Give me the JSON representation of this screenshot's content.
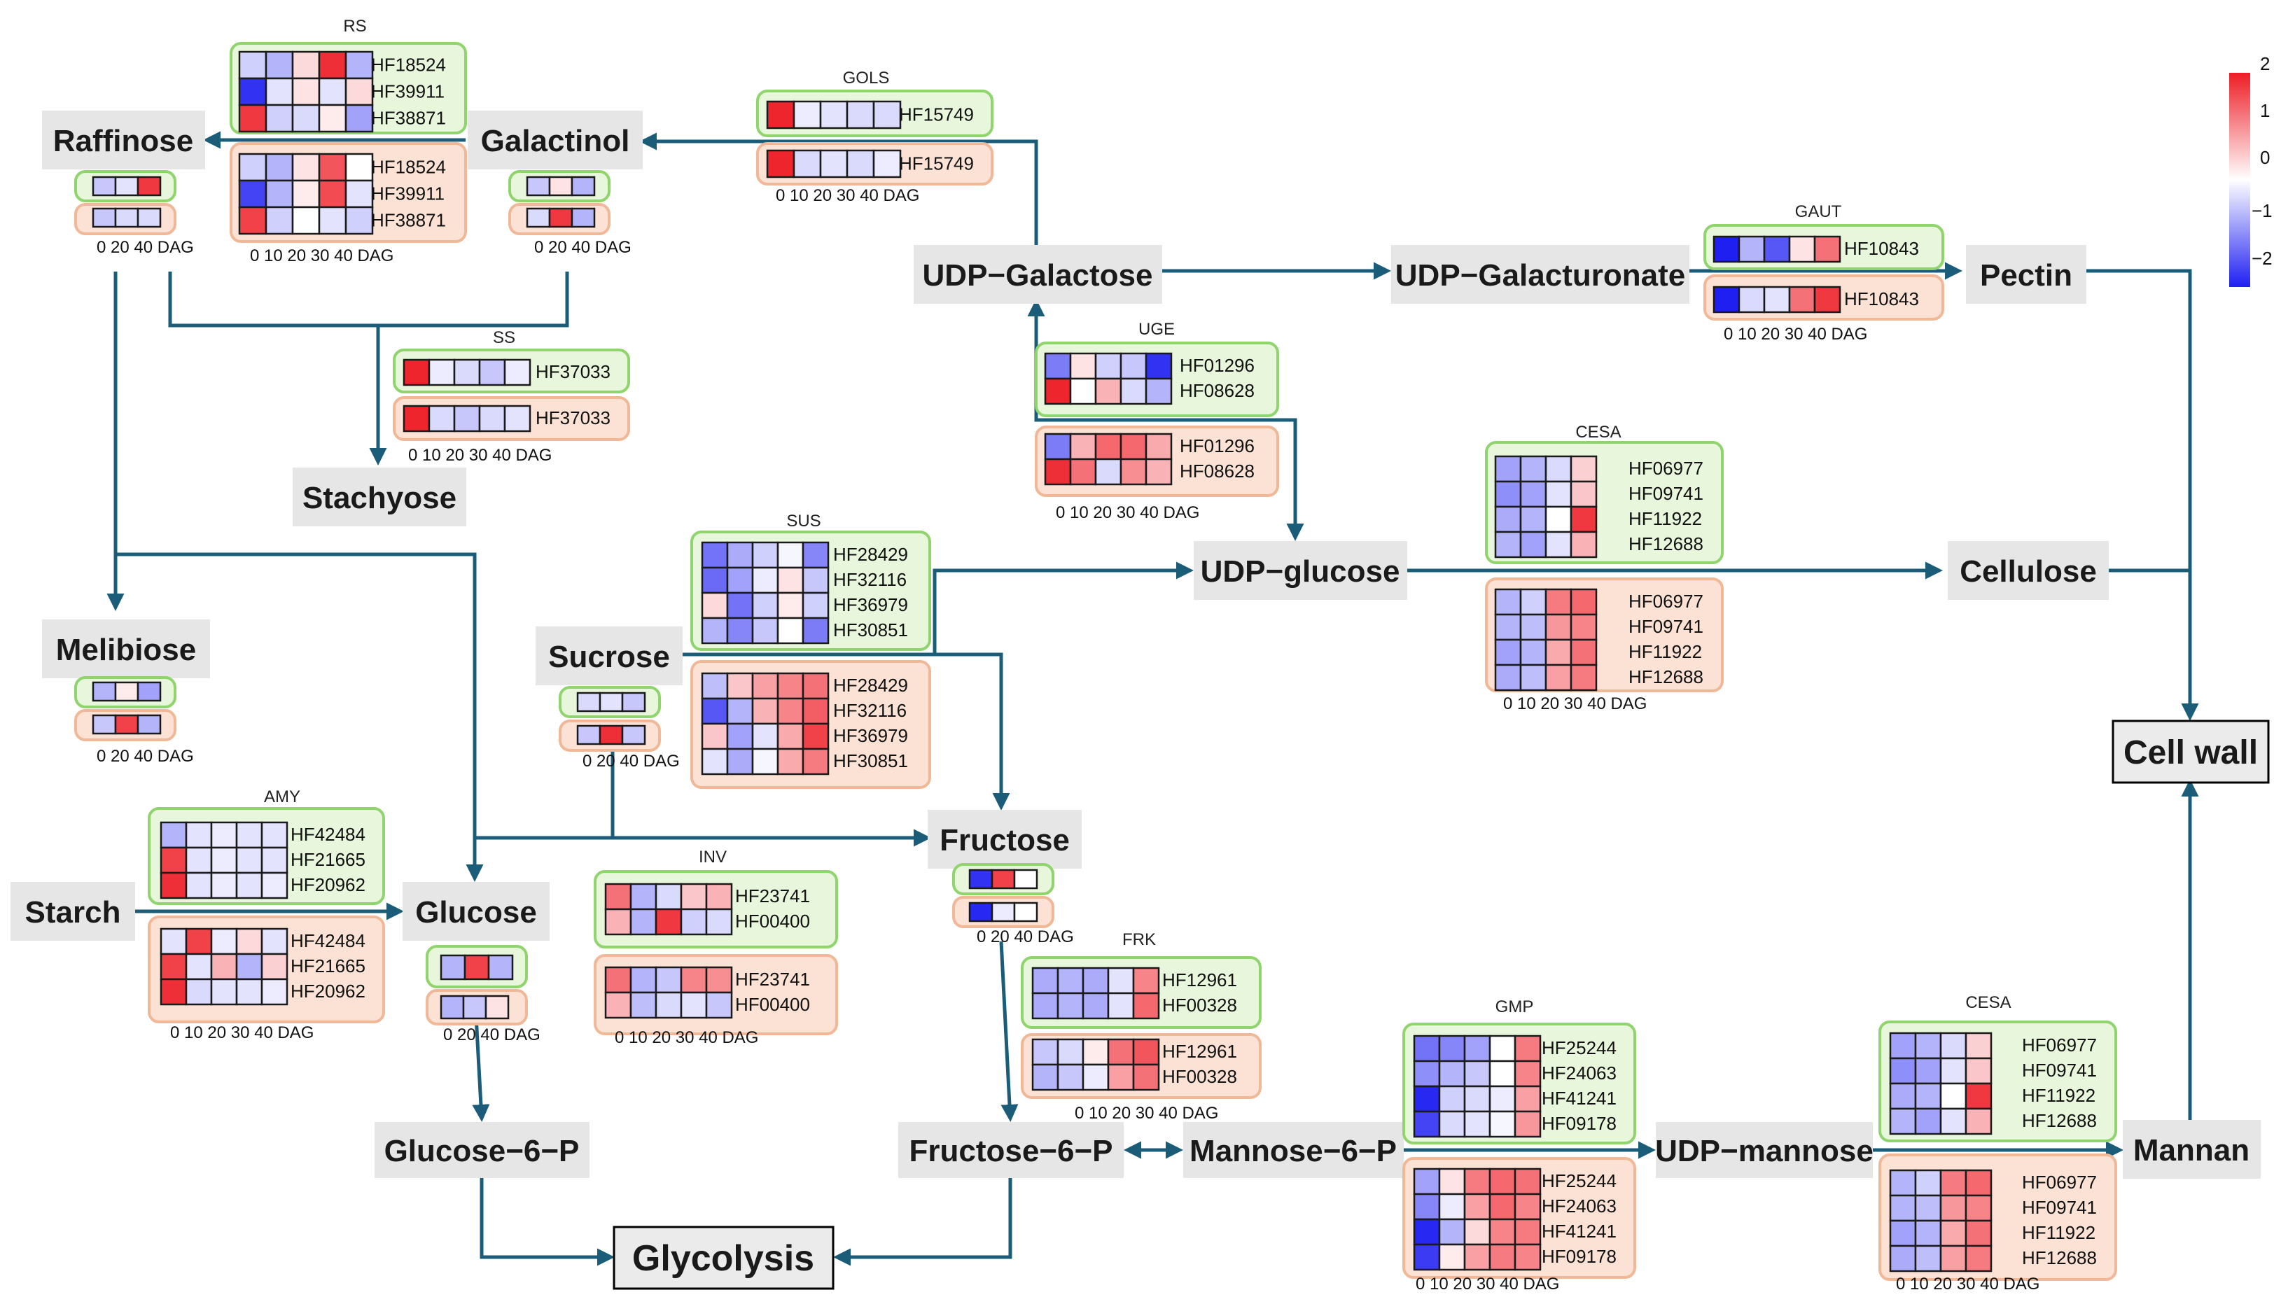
{
  "color_scale": {
    "ticks": [
      "2",
      "1",
      "0",
      "−1",
      "−2"
    ],
    "low_color": "#1f1ff2",
    "mid_color": "#ffffff",
    "high_color": "#ee1c25"
  },
  "colors": {
    "edge": "#1b5c79",
    "green_border": "#8fd46d",
    "orange_border": "#f1b898"
  },
  "nodes": {
    "raffinose": "Raffinose",
    "galactinol": "Galactinol",
    "stachyose": "Stachyose",
    "melibiose": "Melibiose",
    "starch": "Starch",
    "glucose": "Glucose",
    "glucose6p": "Glucose−6−P",
    "glycolysis": "Glycolysis",
    "sucrose": "Sucrose",
    "fructose": "Fructose",
    "fructose6p": "Fructose−6−P",
    "mannose6p": "Mannose−6−P",
    "udpmannose": "UDP−mannose",
    "mannan": "Mannan",
    "udpgalactose": "UDP−Galactose",
    "udpgalacturonate": "UDP−Galacturonate",
    "pectin": "Pectin",
    "udpglucose": "UDP−glucose",
    "cellulose": "Cellulose",
    "cellwall": "Cell wall"
  },
  "enzymes": {
    "rs": "RS",
    "gols": "GOLS",
    "ss": "SS",
    "uge": "UGE",
    "gaut": "GAUT",
    "cesa1": "CESA",
    "sus": "SUS",
    "amy": "AMY",
    "inv": "INV",
    "frk": "FRK",
    "gmp": "GMP",
    "cesa2": "CESA"
  },
  "axes": {
    "five": "0  10 20  30 40 DAG",
    "three": "0  20 40 DAG"
  },
  "heatmaps": {
    "rs_green": {
      "genes": [
        "HF18524",
        "HF39911",
        "HF38871"
      ],
      "values": [
        [
          -0.5,
          -0.8,
          0.4,
          2.2,
          -0.8
        ],
        [
          -2.2,
          -0.3,
          0.3,
          -0.3,
          0.4
        ],
        [
          2.1,
          -0.5,
          -0.4,
          0.2,
          -1.0
        ]
      ]
    },
    "rs_orange": {
      "genes": [
        "HF18524",
        "HF39911",
        "HF38871"
      ],
      "values": [
        [
          -0.5,
          -0.8,
          0.3,
          1.8,
          0
        ],
        [
          -2.0,
          -0.8,
          0.2,
          1.9,
          -0.3
        ],
        [
          2.0,
          -0.5,
          0.0,
          -0.3,
          -0.5
        ]
      ]
    },
    "gols_green": {
      "genes": [
        "HF15749"
      ],
      "values": [
        [
          2.3,
          -0.2,
          -0.3,
          -0.4,
          -0.4
        ]
      ]
    },
    "gols_orange": {
      "genes": [
        "HF15749"
      ],
      "values": [
        [
          2.3,
          -0.4,
          -0.3,
          -0.4,
          -0.2
        ]
      ]
    },
    "ss_green": {
      "genes": [
        "HF37033"
      ],
      "values": [
        [
          2.3,
          -0.2,
          -0.4,
          -0.6,
          -0.2
        ]
      ]
    },
    "ss_orange": {
      "genes": [
        "HF37033"
      ],
      "values": [
        [
          2.3,
          -0.4,
          -0.6,
          -0.4,
          -0.3
        ]
      ]
    },
    "uge_green": {
      "genes": [
        "HF01296",
        "HF08628"
      ],
      "values": [
        [
          -1.4,
          0.3,
          -0.5,
          -0.6,
          -2.2
        ],
        [
          2.3,
          0,
          0.8,
          -0.4,
          -0.8
        ]
      ]
    },
    "uge_orange": {
      "genes": [
        "HF01296",
        "HF08628"
      ],
      "values": [
        [
          -1.4,
          0.8,
          1.6,
          1.6,
          0.9
        ],
        [
          2.2,
          1.5,
          -0.4,
          1.2,
          0.8
        ]
      ]
    },
    "gaut_green": {
      "genes": [
        "HF10843"
      ],
      "values": [
        [
          -2.4,
          -0.8,
          -1.8,
          0.3,
          1.5
        ]
      ]
    },
    "gaut_orange": {
      "genes": [
        "HF10843"
      ],
      "values": [
        [
          -2.4,
          -0.4,
          -0.3,
          1.5,
          2.1
        ]
      ]
    },
    "cesa1_green": {
      "genes": [
        "HF06977",
        "HF09741",
        "HF11922",
        "HF12688"
      ],
      "values": [
        [
          -1.0,
          -0.8,
          -0.4,
          0.5
        ],
        [
          -1.2,
          -1.0,
          -0.3,
          0.6
        ],
        [
          -0.9,
          -0.8,
          0,
          2.1
        ],
        [
          -0.8,
          -1.0,
          -0.3,
          0.8
        ]
      ]
    },
    "cesa1_orange": {
      "genes": [
        "HF06977",
        "HF09741",
        "HF11922",
        "HF12688"
      ],
      "values": [
        [
          -0.8,
          -0.5,
          1.4,
          1.6
        ],
        [
          -0.8,
          -0.7,
          1.1,
          1.3
        ],
        [
          -1.0,
          -0.8,
          0.9,
          1.5
        ],
        [
          -0.9,
          -0.7,
          1.0,
          1.4
        ]
      ]
    },
    "sus_green": {
      "genes": [
        "HF28429",
        "HF32116",
        "HF36979",
        "HF30851"
      ],
      "values": [
        [
          -1.5,
          -0.9,
          -0.5,
          -0.1,
          -1.3
        ],
        [
          -1.6,
          -1.0,
          -0.2,
          0.3,
          -0.6
        ],
        [
          0.4,
          -1.5,
          -0.5,
          0.2,
          -0.5
        ],
        [
          -0.8,
          -1.3,
          -0.6,
          0,
          -1.4
        ]
      ]
    },
    "sus_orange": {
      "genes": [
        "HF28429",
        "HF32116",
        "HF36979",
        "HF30851"
      ],
      "values": [
        [
          -0.7,
          0.6,
          1.0,
          1.3,
          1.5
        ],
        [
          -1.8,
          -0.8,
          0.8,
          1.3,
          1.7
        ],
        [
          0.6,
          -1.0,
          -0.3,
          0.9,
          2.0
        ],
        [
          -0.3,
          -0.9,
          -0.1,
          0.9,
          1.4
        ]
      ]
    },
    "amy_green": {
      "genes": [
        "HF42484",
        "HF21665",
        "HF20962"
      ],
      "values": [
        [
          -0.8,
          -0.3,
          -0.2,
          -0.3,
          -0.3
        ],
        [
          2.0,
          -0.3,
          -0.2,
          -0.3,
          -0.3
        ],
        [
          2.2,
          -0.3,
          -0.2,
          -0.3,
          -0.2
        ]
      ]
    },
    "amy_orange": {
      "genes": [
        "HF42484",
        "HF21665",
        "HF20962"
      ],
      "values": [
        [
          -0.3,
          2.0,
          -0.2,
          0.4,
          -0.3
        ],
        [
          2.0,
          -0.3,
          0.8,
          -0.8,
          0.5
        ],
        [
          2.2,
          -0.4,
          -0.3,
          -0.3,
          -0.2
        ]
      ]
    },
    "inv_green": {
      "genes": [
        "HF23741",
        "HF00400"
      ],
      "values": [
        [
          1.5,
          -0.8,
          -0.4,
          0.6,
          0.8
        ],
        [
          0.8,
          -0.8,
          2.1,
          -0.5,
          -0.4
        ]
      ]
    },
    "inv_orange": {
      "genes": [
        "HF23741",
        "HF00400"
      ],
      "values": [
        [
          1.5,
          -0.8,
          -0.6,
          1.3,
          1.2
        ],
        [
          0.8,
          -0.7,
          -0.4,
          -0.3,
          -0.6
        ]
      ]
    },
    "frk_green": {
      "genes": [
        "HF12961",
        "HF00328"
      ],
      "values": [
        [
          -0.9,
          -0.8,
          -0.9,
          -0.3,
          1.3
        ],
        [
          -0.9,
          -0.8,
          -0.9,
          -0.3,
          1.6
        ]
      ]
    },
    "frk_orange": {
      "genes": [
        "HF12961",
        "HF00328"
      ],
      "values": [
        [
          -0.6,
          -0.4,
          0.2,
          1.5,
          1.8
        ],
        [
          -0.8,
          -0.6,
          -0.2,
          1.0,
          1.5
        ]
      ]
    },
    "gmp_green": {
      "genes": [
        "HF25244",
        "HF24063",
        "HF41241",
        "HF09178"
      ],
      "values": [
        [
          -1.5,
          -1.3,
          -1.0,
          0,
          1.4
        ],
        [
          -1.2,
          -0.8,
          -0.6,
          0,
          1.3
        ],
        [
          -2.3,
          -0.5,
          -0.4,
          -0.2,
          1.0
        ],
        [
          -2.0,
          -0.4,
          -0.3,
          -0.1,
          1.1
        ]
      ]
    },
    "gmp_orange": {
      "genes": [
        "HF25244",
        "HF24063",
        "HF41241",
        "HF09178"
      ],
      "values": [
        [
          -1.0,
          0.3,
          1.4,
          1.6,
          1.5
        ],
        [
          -1.3,
          -0.2,
          1.0,
          1.6,
          1.3
        ],
        [
          -2.3,
          -0.8,
          0.4,
          1.3,
          1.4
        ],
        [
          -2.1,
          0.2,
          1.0,
          1.4,
          1.3
        ]
      ]
    },
    "cesa2_green": {
      "genes": [
        "HF06977",
        "HF09741",
        "HF11922",
        "HF12688"
      ],
      "values": [
        [
          -1.0,
          -0.8,
          -0.4,
          0.5
        ],
        [
          -1.2,
          -1.0,
          -0.3,
          0.6
        ],
        [
          -0.9,
          -0.8,
          0,
          2.1
        ],
        [
          -0.8,
          -1.0,
          -0.3,
          0.8
        ]
      ]
    },
    "cesa2_orange": {
      "genes": [
        "HF06977",
        "HF09741",
        "HF11922",
        "HF12688"
      ],
      "values": [
        [
          -0.8,
          -0.5,
          1.4,
          1.6
        ],
        [
          -0.8,
          -0.7,
          1.1,
          1.3
        ],
        [
          -1.0,
          -0.8,
          0.9,
          1.5
        ],
        [
          -0.9,
          -0.7,
          1.0,
          1.4
        ]
      ]
    },
    "raffinose_green": {
      "genes": [],
      "values": [
        [
          -0.6,
          -0.3,
          2.1
        ]
      ]
    },
    "raffinose_orange": {
      "genes": [],
      "values": [
        [
          -0.6,
          -0.4,
          -0.4
        ]
      ]
    },
    "galactinol_green": {
      "genes": [],
      "values": [
        [
          -0.6,
          0.3,
          -0.8
        ]
      ]
    },
    "galactinol_orange": {
      "genes": [],
      "values": [
        [
          -0.4,
          2.1,
          -0.8
        ]
      ]
    },
    "melibiose_green": {
      "genes": [],
      "values": [
        [
          -0.8,
          0.2,
          -1.0
        ]
      ]
    },
    "melibiose_orange": {
      "genes": [],
      "values": [
        [
          -0.6,
          2.0,
          -0.8
        ]
      ]
    },
    "sucrose_green": {
      "genes": [],
      "values": [
        [
          -0.4,
          -0.3,
          -0.6
        ]
      ]
    },
    "sucrose_orange": {
      "genes": [],
      "values": [
        [
          -0.6,
          2.2,
          -0.6
        ]
      ]
    },
    "fructose_green": {
      "genes": [],
      "values": [
        [
          -2.2,
          2.0,
          0
        ]
      ]
    },
    "fructose_orange": {
      "genes": [],
      "values": [
        [
          -2.3,
          -0.2,
          0
        ]
      ]
    },
    "glucose_green": {
      "genes": [],
      "values": [
        [
          -0.8,
          2.0,
          -0.8
        ]
      ]
    },
    "glucose_orange": {
      "genes": [],
      "values": [
        [
          -0.8,
          -0.6,
          0.3
        ]
      ]
    }
  }
}
